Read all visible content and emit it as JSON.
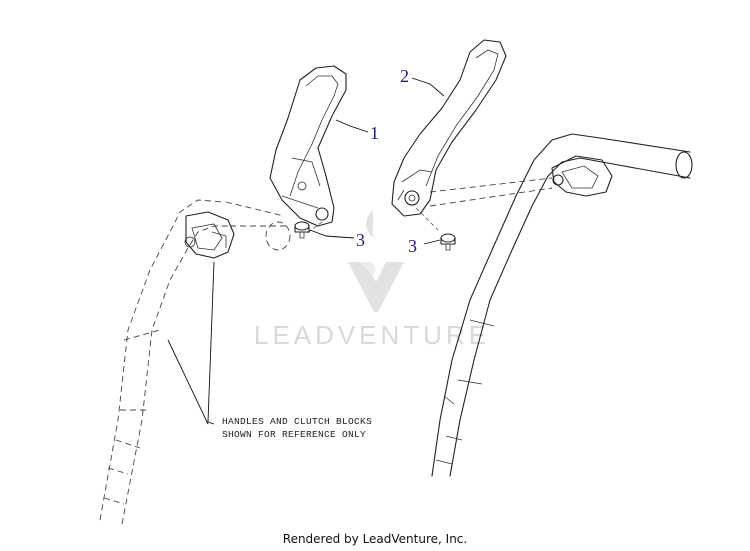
{
  "callouts": {
    "part1": "1",
    "part2": "2",
    "part3_left": "3",
    "part3_right": "3"
  },
  "note": {
    "line1": "HANDLES AND CLUTCH BLOCKS",
    "line2": "SHOWN FOR REFERENCE ONLY"
  },
  "watermark": {
    "text": "LEADVENTURE"
  },
  "footer": {
    "text": "Rendered by LeadVenture, Inc."
  },
  "colors": {
    "callout": "#1a1a8c",
    "watermark": "#d9d9d9",
    "linework": "#222222"
  }
}
